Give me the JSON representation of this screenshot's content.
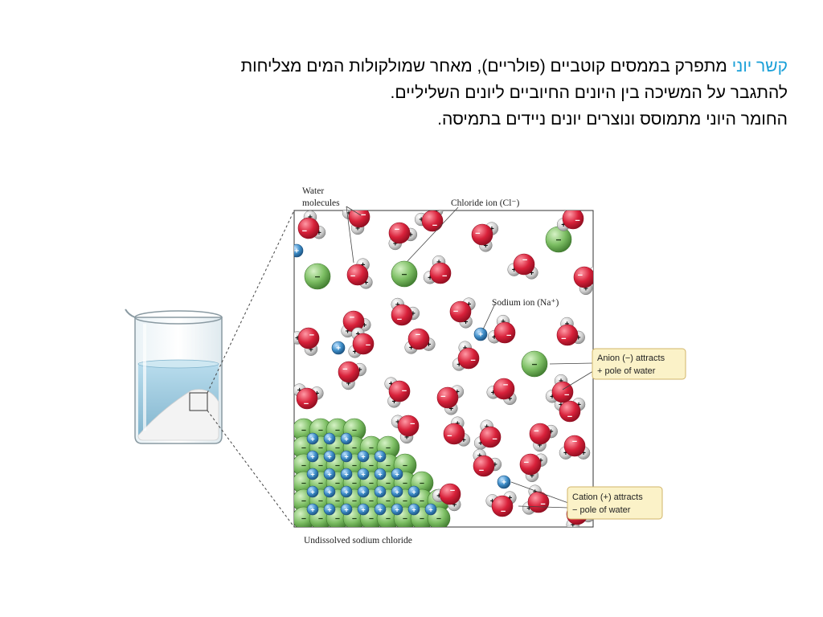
{
  "text": {
    "term": "קשר יוני",
    "line1_rest": " מתפרק בממסים קוטביים (פולריים), מאחר שמולקולות המים מצליחות",
    "line2": "להתגבר על המשיכה בין היונים החיוביים ליונים השליליים.",
    "line3": "החומר היוני מתמוסס ונוצרים יונים ניידים בתמיסה."
  },
  "figure": {
    "labels": {
      "water_line1": "Water",
      "water_line2": "molecules",
      "chloride": "Chloride ion (Cl⁻)",
      "sodium": "Sodium ion (Na⁺)",
      "undissolved": "Undissolved sodium chloride"
    },
    "callouts": {
      "anion_line1": "Anion (−) attracts",
      "anion_line2": "+ pole of water",
      "cation_line1": "Cation (+) attracts",
      "cation_line2": "− pole of water"
    },
    "signs": {
      "plus": "+",
      "minus": "−"
    },
    "colors": {
      "oxygen": "#d8213a",
      "hydrogen": "#cfcfcf",
      "chloride": "#7cbe63",
      "sodium": "#3d8dc8",
      "callout_bg": "#fbf2c8",
      "callout_border": "#d2b56a",
      "water": "#9fc9dc"
    }
  }
}
